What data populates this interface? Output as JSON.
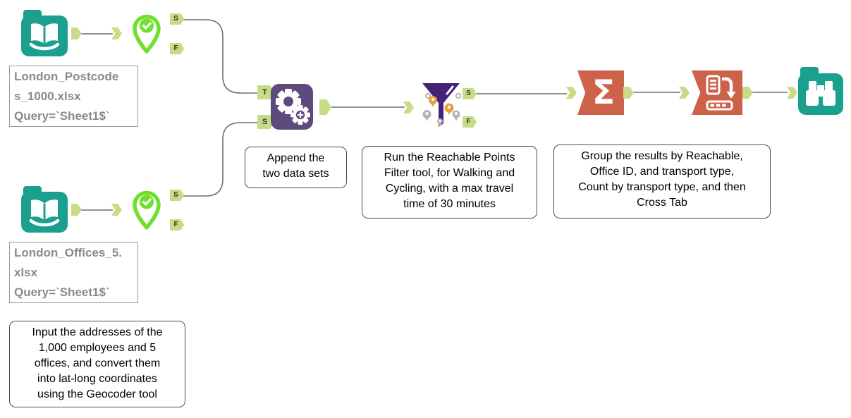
{
  "workflow": {
    "tools": {
      "input_postcodes": {
        "label": "London_Postcode\ns_1000.xlsx\nQuery=`Sheet1$`"
      },
      "geocoder_postcodes": {
        "outputs": {
          "s": "S",
          "f": "F"
        }
      },
      "input_offices": {
        "label": "London_Offices_5.\nxlsx\nQuery=`Sheet1$`"
      },
      "geocoder_offices": {
        "outputs": {
          "s": "S",
          "f": "F"
        }
      },
      "append": {
        "inputs": {
          "t": "T",
          "s": "S"
        }
      },
      "filter": {
        "outputs": {
          "s": "S",
          "f": "F"
        }
      },
      "summarize": {
        "glyph": "Σ"
      }
    },
    "annotations": {
      "append": "Append the\ntwo data sets",
      "filter": "Run the Reachable Points\nFilter tool, for Walking and\nCycling, with a max travel\ntime of 30 minutes",
      "group": "Group the results by Reachable,\nOffice ID, and transport type,\nCount by transport type, and then\nCross Tab",
      "geocode": "Input the addresses of the\n1,000 employees and 5\noffices, and convert them\ninto lat-long coordinates\nusing the Geocoder tool"
    },
    "colors": {
      "teal": "#1ba08f",
      "lime_green": "#6fe02e",
      "append_purple": "#5f4a7e",
      "funnel_purple": "#452179",
      "salmon": "#ce614a",
      "anchor_green": "#c6dd85",
      "pin_orange": "#e6a13c",
      "pin_gray": "#b5b5b5",
      "wire_gray": "#6e6e6e",
      "label_gray": "#8a8a8a"
    }
  }
}
